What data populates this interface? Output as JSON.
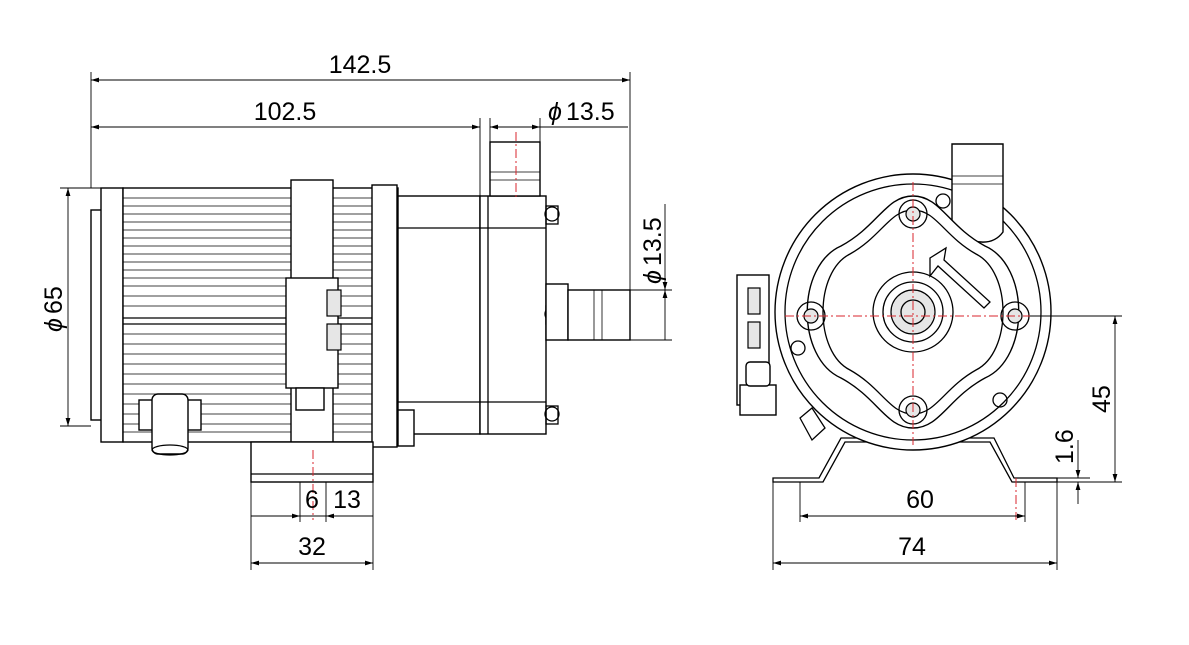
{
  "drawing": {
    "side_view": {
      "overall_length": "142.5",
      "body_length": "102.5",
      "outlet_diameter_label": "13.5",
      "inlet_diameter_label": "13.5",
      "motor_diameter_label": "65",
      "foot_offset_a": "6",
      "foot_offset_b": "13",
      "foot_width": "32"
    },
    "front_view": {
      "hole_spacing": "60",
      "base_width": "74",
      "center_height": "45",
      "plate_thickness": "1.6"
    },
    "diameter_symbol": "ϕ"
  }
}
